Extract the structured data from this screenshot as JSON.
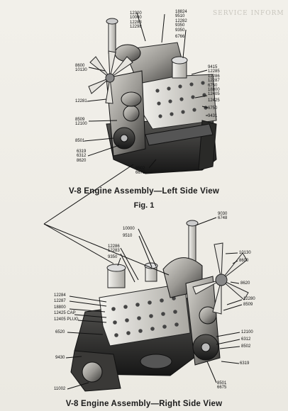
{
  "faint_header": "SERVICE INFORMATION",
  "figure1": {
    "caption": "V-8 Engine Assembly—Left Side View",
    "fig_label": "Fig. 1",
    "labels": {
      "top_center": [
        "12300",
        "10000",
        "12283",
        "12298"
      ],
      "top_right": [
        "18824",
        "9510",
        "12282",
        "9350",
        "9350",
        "6766"
      ],
      "left_upper": [
        "8600",
        "10130"
      ],
      "left_mid": "12281",
      "left_lower": [
        "8509",
        "12100"
      ],
      "left_8501": "8501",
      "left_bottom": [
        "6319",
        "6312",
        "8620"
      ],
      "bottom": [
        "8502",
        "6675"
      ],
      "right_upper": [
        "9415",
        "12285",
        "12286",
        "12287",
        "6750",
        "18800"
      ],
      "right_12405": [
        "12405",
        "12425"
      ],
      "right_6750": "6750",
      "right_9431": "9431"
    }
  },
  "figure2": {
    "caption": "V-8 Engine Assembly—Right Side View",
    "labels": {
      "top_right": [
        "9030",
        "6748"
      ],
      "top_10000": "10000",
      "top_9510": "9510",
      "top_left": [
        "12286",
        "12283",
        "9350"
      ],
      "right_upper": [
        "10130",
        "8600"
      ],
      "right_8620": "8620",
      "right_lower": [
        "12280",
        "8509"
      ],
      "left_block": [
        "12284",
        "12287",
        "18800",
        "12425 CAP",
        "12405 PLUG"
      ],
      "left_6520": "6520",
      "left_9430": "9430",
      "right_12100": "12100",
      "right_bottom": [
        "6312",
        "8502"
      ],
      "right_6319": "6319",
      "left_11002": "11002",
      "bottom_right": [
        "8501",
        "6675"
      ]
    }
  }
}
